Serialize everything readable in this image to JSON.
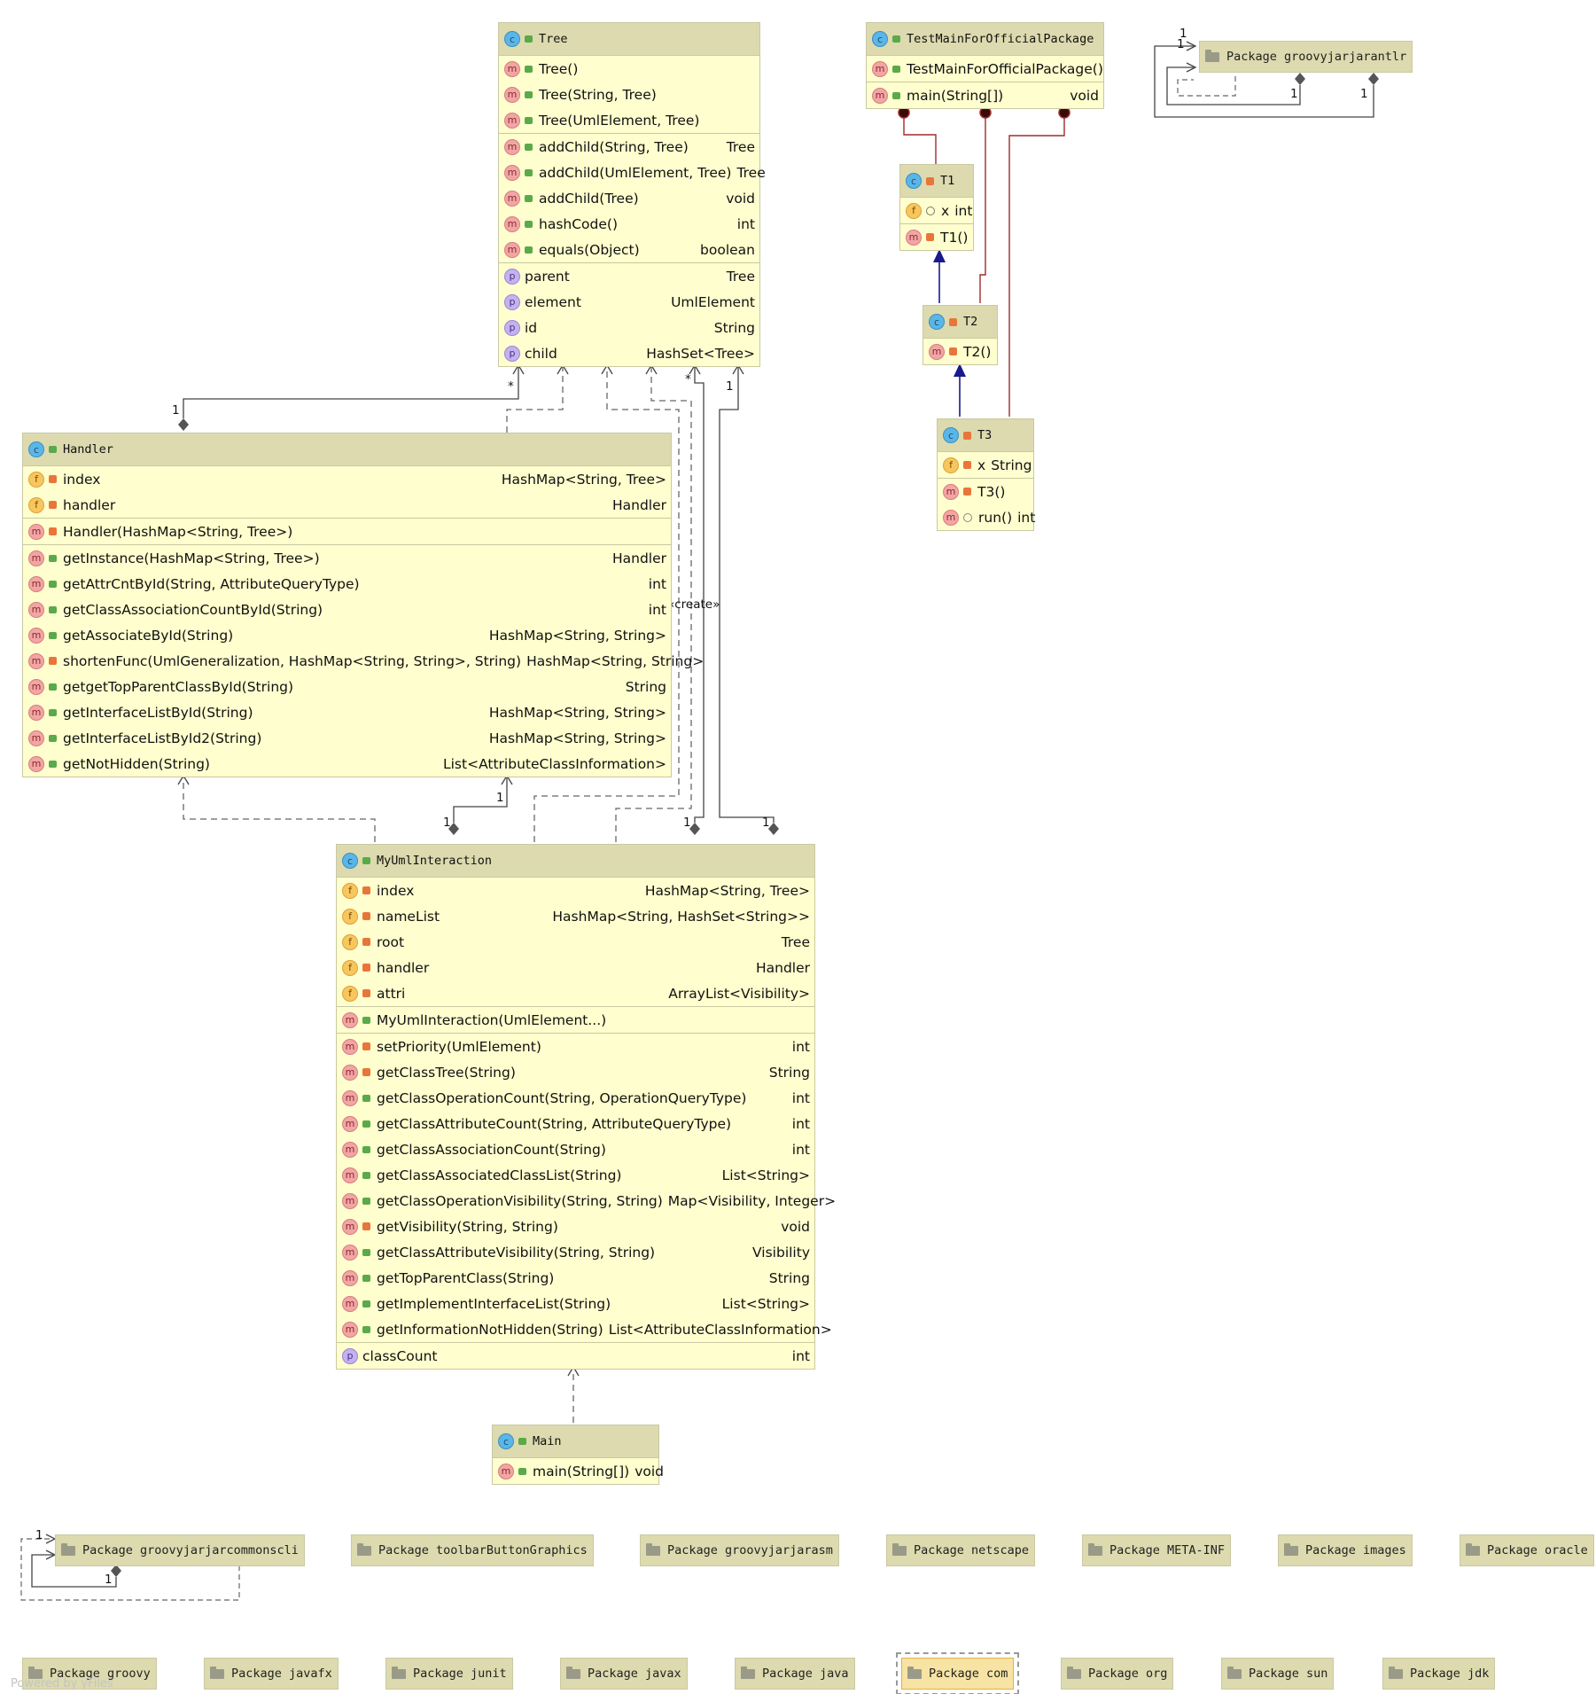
{
  "classes": {
    "tree": {
      "title": "Tree",
      "sections": [
        [
          [
            "m",
            "pub",
            "Tree()",
            ""
          ],
          [
            "m",
            "pub",
            "Tree(String, Tree)",
            ""
          ],
          [
            "m",
            "pub",
            "Tree(UmlElement, Tree)",
            ""
          ]
        ],
        [
          [
            "m",
            "pub",
            "addChild(String, Tree)",
            "Tree"
          ],
          [
            "m",
            "pub",
            "addChild(UmlElement, Tree)",
            "Tree"
          ],
          [
            "m",
            "pub",
            "addChild(Tree)",
            "void"
          ],
          [
            "m",
            "pub",
            "hashCode()",
            "int"
          ],
          [
            "m",
            "pub",
            "equals(Object)",
            "boolean"
          ]
        ],
        [
          [
            "p",
            "",
            "parent",
            "Tree"
          ],
          [
            "p",
            "",
            "element",
            "UmlElement"
          ],
          [
            "p",
            "",
            "id",
            "String"
          ],
          [
            "p",
            "",
            "child",
            "HashSet<Tree>"
          ]
        ]
      ]
    },
    "testmain": {
      "title": "TestMainForOfficialPackage",
      "sections": [
        [
          [
            "m",
            "pub",
            "TestMainForOfficialPackage()",
            ""
          ]
        ],
        [
          [
            "m",
            "pub",
            "main(String[])",
            "void"
          ]
        ]
      ]
    },
    "t1": {
      "title": "T1",
      "sections": [
        [
          [
            "f",
            "key",
            "x",
            "int"
          ]
        ],
        [
          [
            "m",
            "priv",
            "T1()",
            ""
          ]
        ]
      ]
    },
    "t2": {
      "title": "T2",
      "sections": [
        [
          [
            "m",
            "priv",
            "T2()",
            ""
          ]
        ]
      ]
    },
    "t3": {
      "title": "T3",
      "sections": [
        [
          [
            "f",
            "priv",
            "x",
            "String"
          ]
        ],
        [
          [
            "m",
            "priv",
            "T3()",
            ""
          ],
          [
            "m",
            "pkg",
            "run()",
            "int"
          ]
        ]
      ]
    },
    "handler": {
      "title": "Handler",
      "sections": [
        [
          [
            "f",
            "priv",
            "index",
            "HashMap<String, Tree>"
          ],
          [
            "f",
            "priv",
            "handler",
            "Handler"
          ]
        ],
        [
          [
            "m",
            "priv",
            "Handler(HashMap<String, Tree>)",
            ""
          ]
        ],
        [
          [
            "m",
            "pub",
            "getInstance(HashMap<String, Tree>)",
            "Handler"
          ],
          [
            "m",
            "pub",
            "getAttrCntById(String, AttributeQueryType)",
            "int"
          ],
          [
            "m",
            "pub",
            "getClassAssociationCountById(String)",
            "int"
          ],
          [
            "m",
            "pub",
            "getAssociateById(String)",
            "HashMap<String, String>"
          ],
          [
            "m",
            "priv",
            "shortenFunc(UmlGeneralization, HashMap<String, String>, String)",
            "HashMap<String, String>"
          ],
          [
            "m",
            "pub",
            "getgetTopParentClassById(String)",
            "String"
          ],
          [
            "m",
            "pub",
            "getInterfaceListById(String)",
            "HashMap<String, String>"
          ],
          [
            "m",
            "pub",
            "getInterfaceListById2(String)",
            "HashMap<String, String>"
          ],
          [
            "m",
            "pub",
            "getNotHidden(String)",
            "List<AttributeClassInformation>"
          ]
        ]
      ]
    },
    "myuml": {
      "title": "MyUmlInteraction",
      "sections": [
        [
          [
            "f",
            "priv",
            "index",
            "HashMap<String, Tree>"
          ],
          [
            "f",
            "priv",
            "nameList",
            "HashMap<String, HashSet<String>>"
          ],
          [
            "f",
            "priv",
            "root",
            "Tree"
          ],
          [
            "f",
            "priv",
            "handler",
            "Handler"
          ],
          [
            "f",
            "priv",
            "attri",
            "ArrayList<Visibility>"
          ]
        ],
        [
          [
            "m",
            "pub",
            "MyUmlInteraction(UmlElement...)",
            ""
          ]
        ],
        [
          [
            "m",
            "priv",
            "setPriority(UmlElement)",
            "int"
          ],
          [
            "m",
            "priv",
            "getClassTree(String)",
            "String"
          ],
          [
            "m",
            "pub",
            "getClassOperationCount(String, OperationQueryType)",
            "int"
          ],
          [
            "m",
            "pub",
            "getClassAttributeCount(String, AttributeQueryType)",
            "int"
          ],
          [
            "m",
            "pub",
            "getClassAssociationCount(String)",
            "int"
          ],
          [
            "m",
            "pub",
            "getClassAssociatedClassList(String)",
            "List<String>"
          ],
          [
            "m",
            "pub",
            "getClassOperationVisibility(String, String)",
            "Map<Visibility, Integer>"
          ],
          [
            "m",
            "priv",
            "getVisibility(String, String)",
            "void"
          ],
          [
            "m",
            "pub",
            "getClassAttributeVisibility(String, String)",
            "Visibility"
          ],
          [
            "m",
            "pub",
            "getTopParentClass(String)",
            "String"
          ],
          [
            "m",
            "pub",
            "getImplementInterfaceList(String)",
            "List<String>"
          ],
          [
            "m",
            "pub",
            "getInformationNotHidden(String)",
            "List<AttributeClassInformation>"
          ]
        ],
        [
          [
            "p",
            "",
            "classCount",
            "int"
          ]
        ]
      ]
    },
    "main": {
      "title": "Main",
      "sections": [
        [
          [
            "m",
            "pub",
            "main(String[])",
            "void"
          ]
        ]
      ]
    }
  },
  "packages": [
    "Package groovyjarjarantlr",
    "Package groovyjarjarcommonscli",
    "Package toolbarButtonGraphics",
    "Package groovyjarjarasm",
    "Package netscape",
    "Package META-INF",
    "Package images",
    "Package oracle",
    "Package groovy",
    "Package javafx",
    "Package junit",
    "Package javax",
    "Package java",
    "Package com",
    "Package org",
    "Package sun",
    "Package jdk"
  ],
  "edge_labels": [
    "1",
    "*",
    "1",
    "*",
    "1",
    "1",
    "1",
    "1",
    "1",
    "1",
    "1",
    "1",
    "1",
    "1",
    "«create»"
  ],
  "footer": "Powered by yFiles",
  "colors": {
    "node_bg": "#fefece",
    "header_bg": "#dcdaae",
    "border": "#c9c9a3",
    "dep_line": "#a12b2b",
    "gen_line": "#1a1a8c"
  }
}
